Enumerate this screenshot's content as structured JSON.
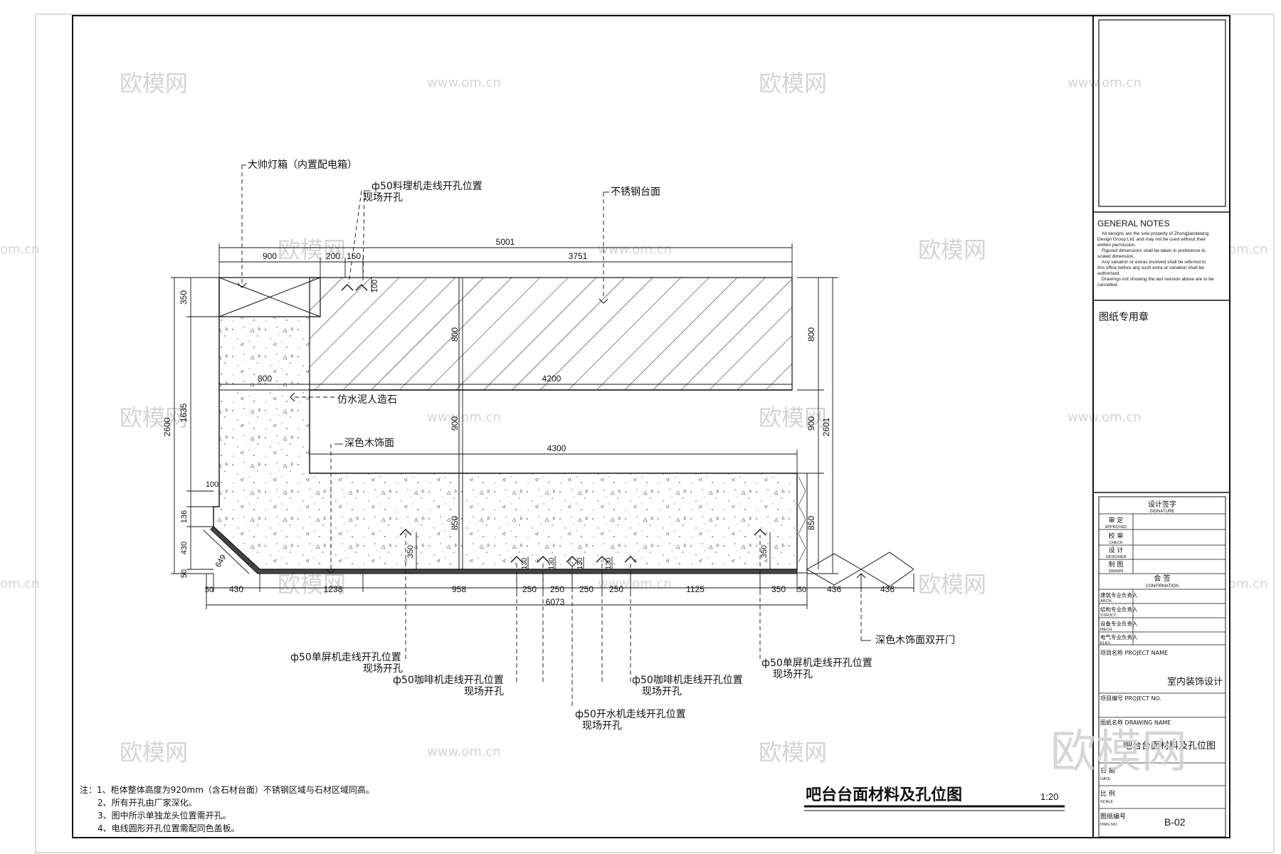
{
  "drawing": {
    "title": "吧台台面材料及孔位图",
    "scale": "1:20",
    "notes": [
      "注：1、柜体整体高度为920mm（含石材台面）不锈钢区域与石材区域同高。",
      "2、所有开孔由厂家深化。",
      "3、图中所示单独龙头位置需开孔。",
      "4、电线圆形开孔位置需配同色盖板。"
    ]
  },
  "callouts": {
    "light_box": "大帅灯箱（内置配电箱）",
    "hole_cooking_1": "ф50料理机走线开孔位置",
    "hole_cooking_2": "现场开孔",
    "stainless": "不锈钢台面",
    "stone": "仿水泥人造石",
    "wood": "深色木饰面",
    "screen_left_1": "ф50单屏机走线开孔位置",
    "screen_left_2": "现场开孔",
    "coffee_left_1": "ф50咖啡机走线开孔位置",
    "coffee_left_2": "现场开孔",
    "coffee_right_1": "ф50咖啡机走线开孔位置",
    "coffee_right_2": "现场开孔",
    "water_1": "ф50开水机走线开孔位置",
    "water_2": "现场开孔",
    "screen_right_1": "ф50单屏机走线开孔位置",
    "screen_right_2": "现场开孔",
    "door": "深色木饰面双开门"
  },
  "dimensions": {
    "top_total": "5001",
    "top_900": "900",
    "top_200": "200",
    "top_150": "150",
    "top_3751": "3751",
    "top_100": "100",
    "mid_800": "800",
    "mid_4200": "4200",
    "mid_4300": "4300",
    "v_800_a": "800",
    "v_900_a": "900",
    "v_850_a": "850",
    "left_350": "350",
    "left_1635": "1635",
    "left_2600": "2600",
    "left_100": "100",
    "left_136": "136",
    "left_430": "430",
    "left_50": "50",
    "diag_649": "649",
    "right_800": "800",
    "right_900": "900",
    "right_2601": "2601",
    "right_850": "850",
    "hole_350_l": "350",
    "hole_350_r": "350",
    "hole_130_a": "130",
    "hole_130_b": "130",
    "hole_130_c": "130",
    "hole_130_d": "130",
    "bot_50_a": "50",
    "bot_430": "430",
    "bot_1238": "1238",
    "bot_958": "958",
    "bot_250_a": "250",
    "bot_250_b": "250",
    "bot_250_c": "250",
    "bot_250_d": "250",
    "bot_1125": "1125",
    "bot_350": "350",
    "bot_50_b": "50",
    "bot_436_a": "436",
    "bot_436_b": "436",
    "bot_total": "6073"
  },
  "title_block": {
    "general_notes_title": "GENERAL NOTES",
    "general_notes_lines": [
      "All designs are the sole property of Zhongjiandatang",
      "Design Group Ltd. and may not be used without their",
      "written permission.",
      "Figured dimensions shall be taken in preference to",
      "scaled dimension.",
      "Any variation or extras involved shall be referred to",
      "this office before any such extra or variation shall be",
      "authorised.",
      "Drawings not showing the last revision above are to be",
      "cancelled."
    ],
    "stamp_label": "图纸专用章",
    "signature_cn": "设计签字",
    "signature_en": "SIGNATURE",
    "approved_cn": "审  定",
    "approved_en": "APPROVED",
    "check_cn": "校  审",
    "check_en": "CHECK",
    "designer_cn": "设  计",
    "designer_en": "DESIGNER",
    "drawn_cn": "制  图",
    "drawn_en": "DRAWN",
    "confirm_cn": "会  签",
    "confirm_en": "CONFIRMATION",
    "arch_cn": "建筑专业负责人",
    "arch_en": "ARCH.",
    "struct_cn": "结构专业负责人",
    "struct_en": "STRUCT.",
    "mech_cn": "设备专业负责人",
    "mech_en": "MECH.",
    "elec_cn": "电气专业负责人",
    "elec_en": "ELEC.",
    "project_name_label": "项目名称  PROJECT NAME",
    "project_name": "室内装饰设计",
    "project_no_label": "项目编号  PROJECT NO.",
    "drawing_name_label": "图纸名称  DRAWING NAME",
    "drawing_name": "吧台台面材料及孔位图",
    "date_cn": "日  期",
    "date_en": "DATE",
    "scale_cn": "比  例",
    "scale_en": "SCALE",
    "dwg_no_cn": "图纸编号",
    "dwg_no_en": "DWG NO.",
    "dwg_no": "B-02"
  },
  "watermarks": {
    "logo": "欧模网",
    "url": "www.om.cn",
    "partial": "om.cn"
  }
}
